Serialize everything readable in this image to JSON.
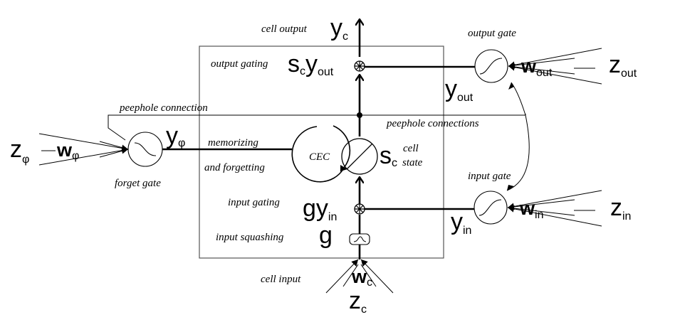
{
  "labels": {
    "cell_output": "cell output",
    "output_gating": "output gating",
    "output_gate": "output gate",
    "peephole_connection": "peephole connection",
    "peephole_connections": "peephole connections",
    "memorizing": "memorizing",
    "and_forgetting": "and forgetting",
    "cec": "CEC",
    "cell": "cell",
    "state": "state",
    "forget_gate": "forget gate",
    "input_gate": "input gate",
    "input_gating": "input gating",
    "input_squashing": "input squashing",
    "cell_input": "cell input"
  },
  "symbols": {
    "y_c": {
      "base": "y",
      "sub": "c"
    },
    "s_c_y_out": {
      "base1": "s",
      "sub1": "c",
      "base2": "y",
      "sub2": "out"
    },
    "y_out": {
      "base": "y",
      "sub": "out"
    },
    "w_out": {
      "base": "w",
      "sub": "out"
    },
    "z_out": {
      "base": "z",
      "sub": "out"
    },
    "y_phi": {
      "base": "y",
      "sub": "φ"
    },
    "z_phi": {
      "base": "z",
      "sub": "φ"
    },
    "w_phi": {
      "base": "w",
      "sub": "φ"
    },
    "s_c": {
      "base": "s",
      "sub": "c"
    },
    "g_y_in": {
      "base1": "g",
      "base2": "y",
      "sub2": "in"
    },
    "g": {
      "base": "g"
    },
    "y_in": {
      "base": "y",
      "sub": "in"
    },
    "w_in": {
      "base": "w",
      "sub": "in"
    },
    "z_in": {
      "base": "z",
      "sub": "in"
    },
    "w_c": {
      "base": "w",
      "sub": "c"
    },
    "z_c": {
      "base": "z",
      "sub": "c"
    }
  },
  "operators": {
    "multiply": "⊛"
  }
}
